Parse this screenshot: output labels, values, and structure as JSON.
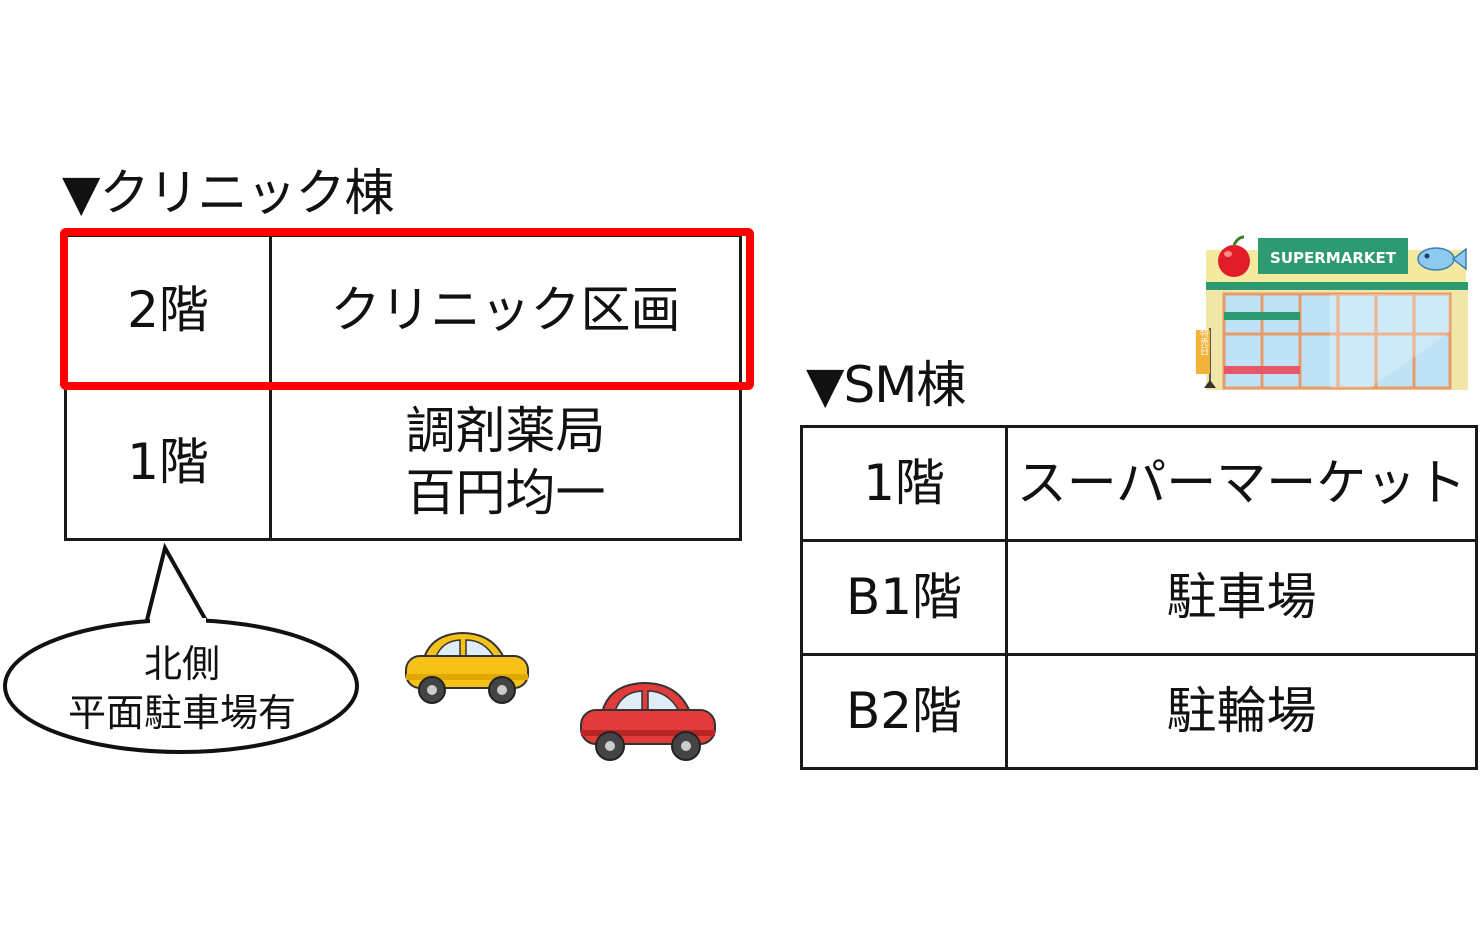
{
  "clinic": {
    "title": "▼クリニック棟",
    "rows": [
      {
        "floor": "2階",
        "use_lines": [
          "クリニック区画"
        ],
        "highlighted": true
      },
      {
        "floor": "1階",
        "use_lines": [
          "調剤薬局",
          "百円均一"
        ],
        "highlighted": false
      }
    ],
    "highlight_color": "#ff0000"
  },
  "parking_note": {
    "lines": [
      "北側",
      "平面駐車場有"
    ]
  },
  "sm": {
    "title": "▼SM棟",
    "rows": [
      {
        "floor": "1階",
        "use": "スーパーマーケット"
      },
      {
        "floor": "B1階",
        "use": "駐車場"
      },
      {
        "floor": "B2階",
        "use": "駐輪場"
      }
    ]
  },
  "supermarket_illustration": {
    "sign_text": "SUPERMARKET",
    "flag_text": "特売日",
    "icons": [
      "apple-icon",
      "fish-icon"
    ]
  },
  "cars": [
    {
      "name": "yellow-car-icon",
      "color": "#f6c21a"
    },
    {
      "name": "red-car-icon",
      "color": "#e23b3b"
    }
  ]
}
